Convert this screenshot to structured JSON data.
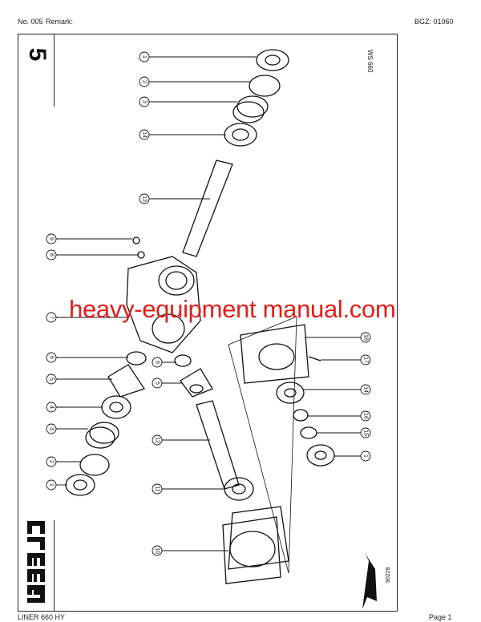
{
  "header": {
    "number": "No. 005",
    "remark_label": "Remark:",
    "bgz": "BGZ: 01060"
  },
  "footer": {
    "model": "LINER 660 HY",
    "page": "Page 1"
  },
  "sheet": {
    "section_number": "5",
    "ws_code": "WS 660",
    "drawing_number": "90228",
    "logo": "CLAAS"
  },
  "watermark": {
    "text": "heavy-equipment manual.com",
    "color": "#e0201b"
  },
  "callouts": {
    "top": [
      "1",
      "2",
      "3",
      "14",
      "13"
    ],
    "left": [
      "9",
      "8",
      "7",
      "6",
      "5",
      "4",
      "3",
      "2",
      "1"
    ],
    "middle": [
      "6",
      "5",
      "12",
      "11",
      "10"
    ],
    "right": [
      "18",
      "17",
      "14",
      "16",
      "15",
      "1"
    ]
  }
}
